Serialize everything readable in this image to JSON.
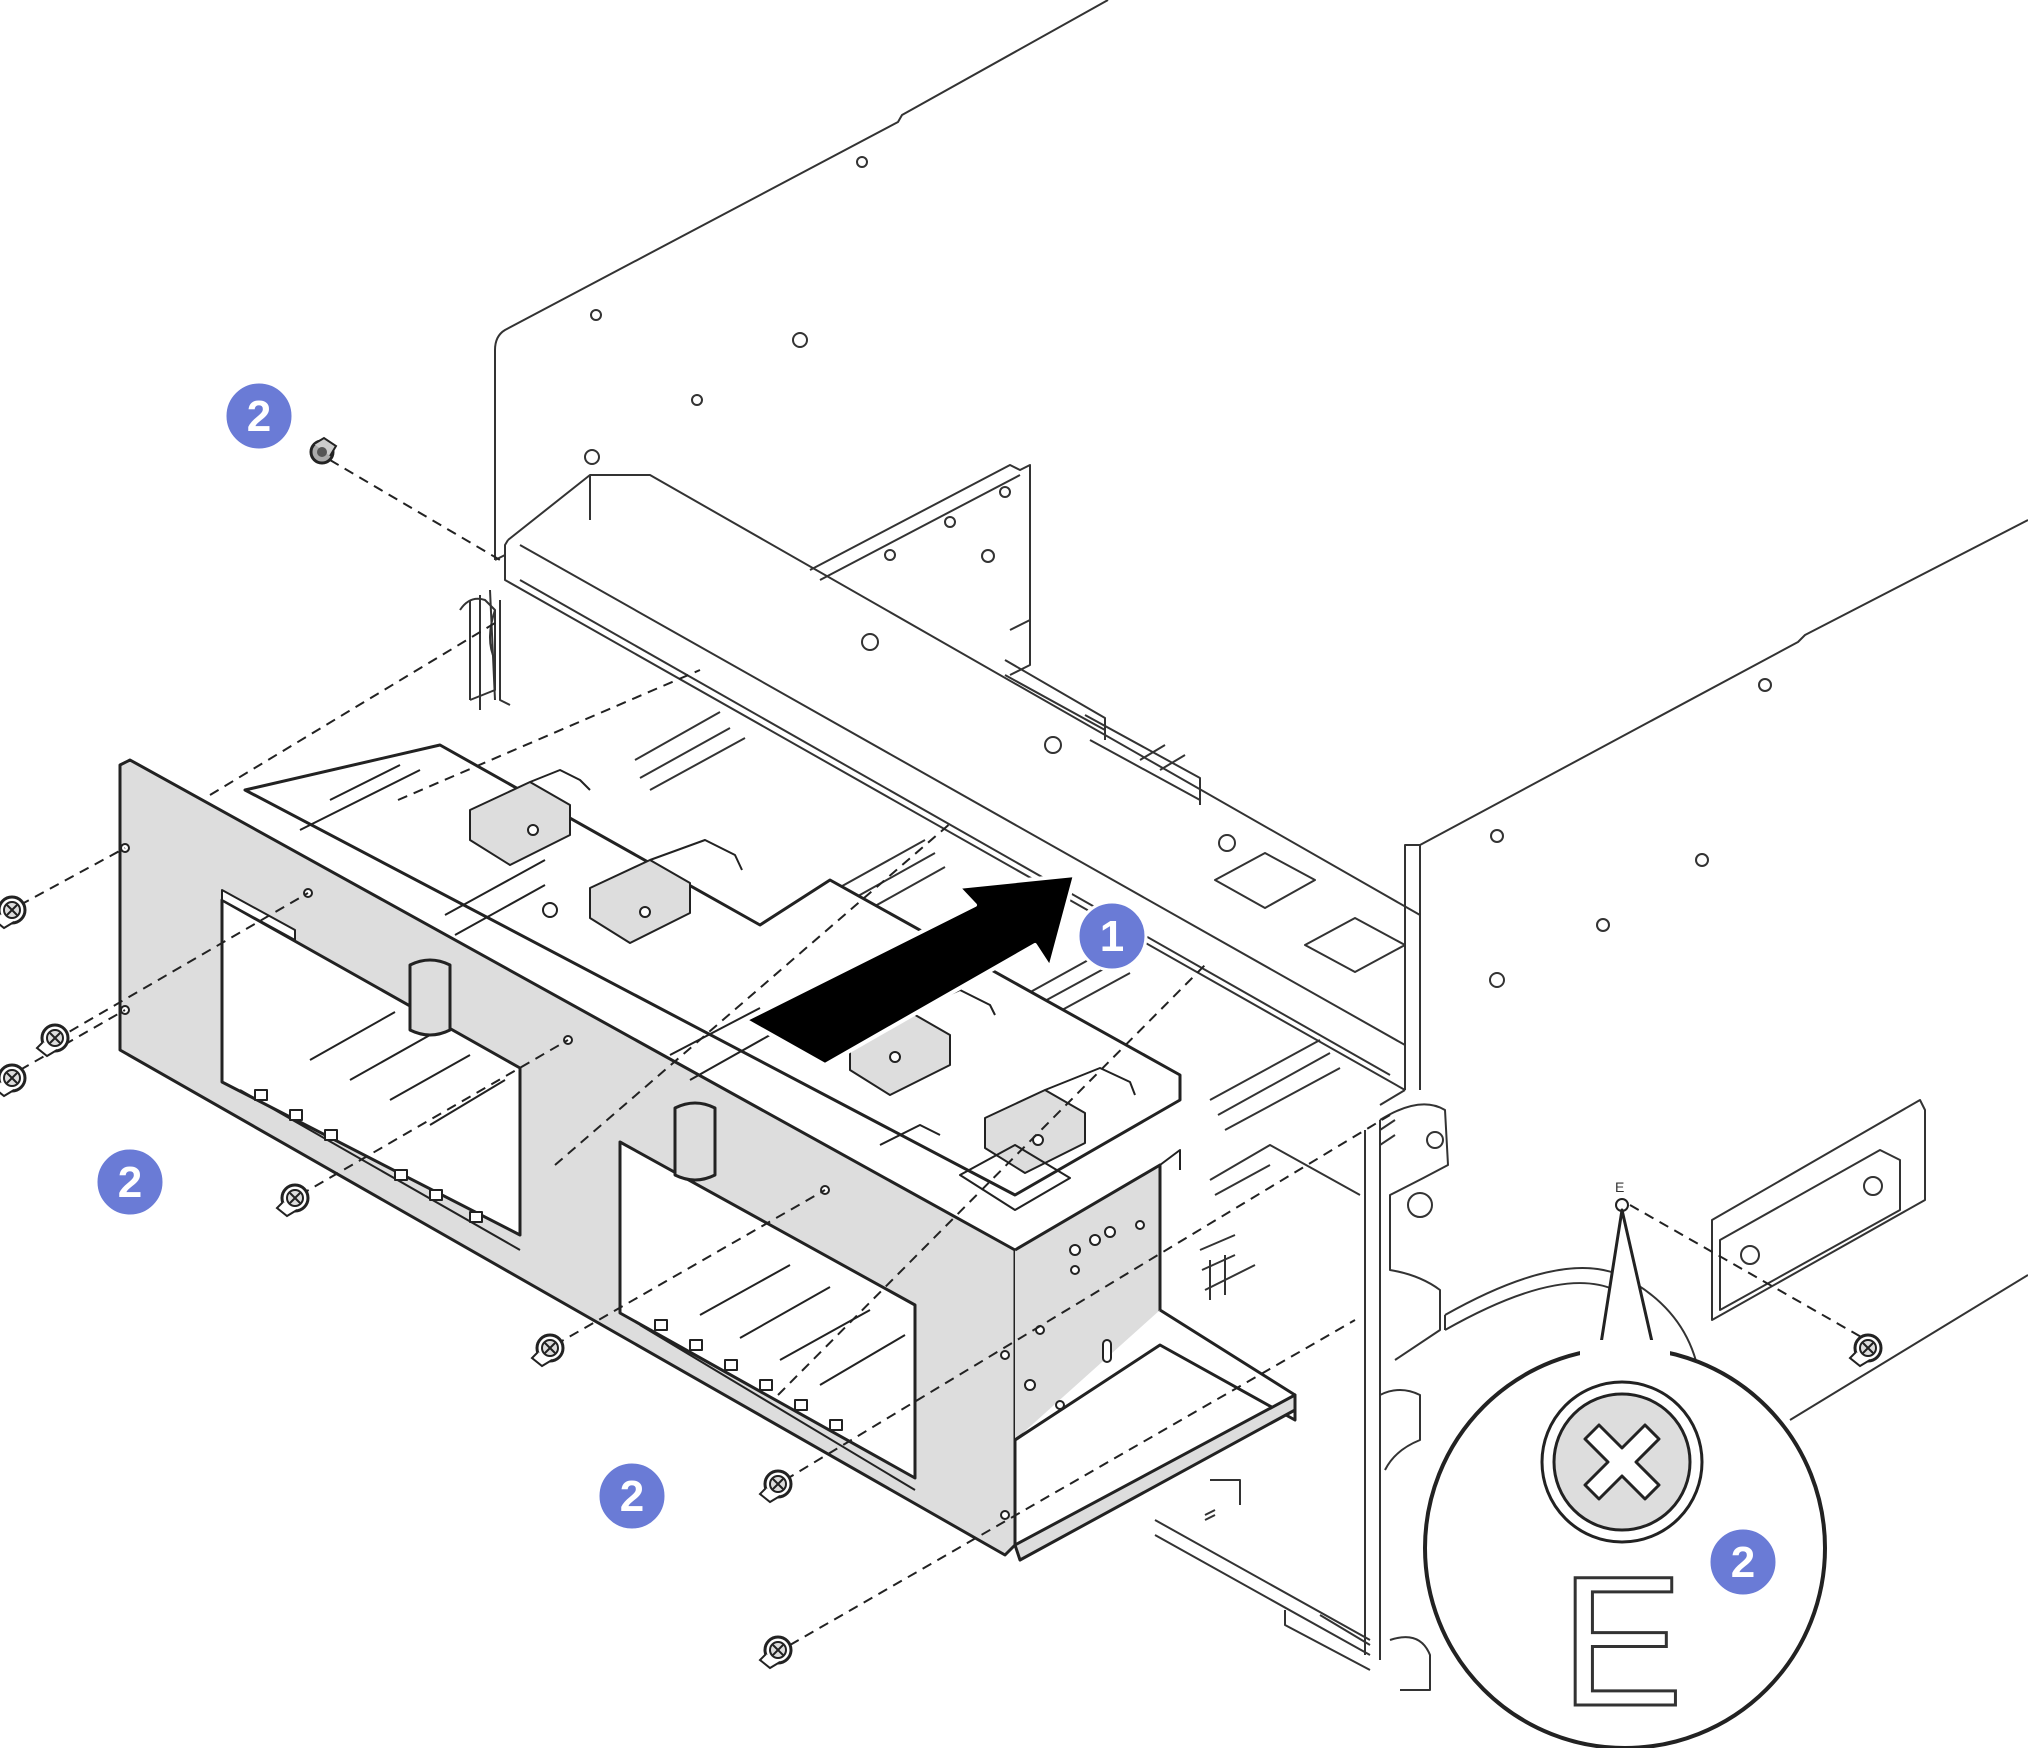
{
  "figure": {
    "callouts": [
      {
        "id": "step-1",
        "text": "1"
      },
      {
        "id": "step-2-top-left",
        "text": "2"
      },
      {
        "id": "step-2-left",
        "text": "2"
      },
      {
        "id": "step-2-bottom",
        "text": "2"
      },
      {
        "id": "step-2-detail",
        "text": "2"
      }
    ],
    "detail_view": {
      "stamp_letter": "E",
      "chassis_mark": "E"
    },
    "colors": {
      "callout_fill": "#6a7bd6",
      "callout_text": "#ffffff",
      "cage_fill": "#dddddd",
      "line": "#222222",
      "arrow": "#000000"
    },
    "icons": [
      "screw-icon",
      "arrow-icon",
      "magnifier-icon"
    ]
  }
}
